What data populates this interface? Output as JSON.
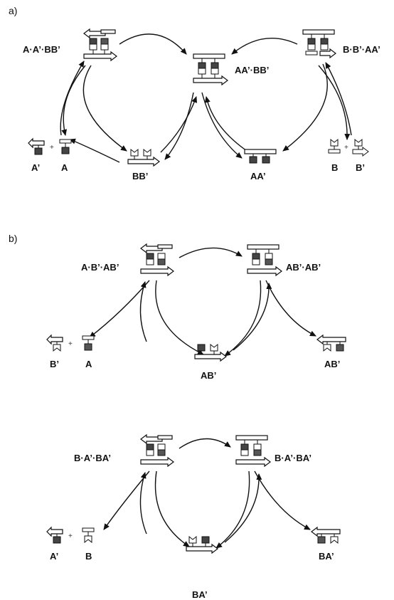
{
  "panel_labels": {
    "a": "a)",
    "b": "b)"
  },
  "plus": "+",
  "a": {
    "left_complex": "A·A’·BB’",
    "center_complex": "AA’·BB’",
    "right_complex": "B·B’·AA’",
    "left_product_1": "A’",
    "left_product_2": "A",
    "template_left": "BB’",
    "template_right": "AA’",
    "right_product_1": "B",
    "right_product_2": "B’"
  },
  "b1": {
    "left_complex": "A·B’·AB’",
    "right_complex": "AB’·AB’",
    "product_1": "B’",
    "product_2": "A",
    "template": "AB’",
    "right_product": "AB’"
  },
  "b2": {
    "left_complex": "B·A’·BA’",
    "right_complex": "B·A’·BA’",
    "product_1": "A’",
    "product_2": "B",
    "template": "BA’",
    "right_product": "BA’"
  }
}
